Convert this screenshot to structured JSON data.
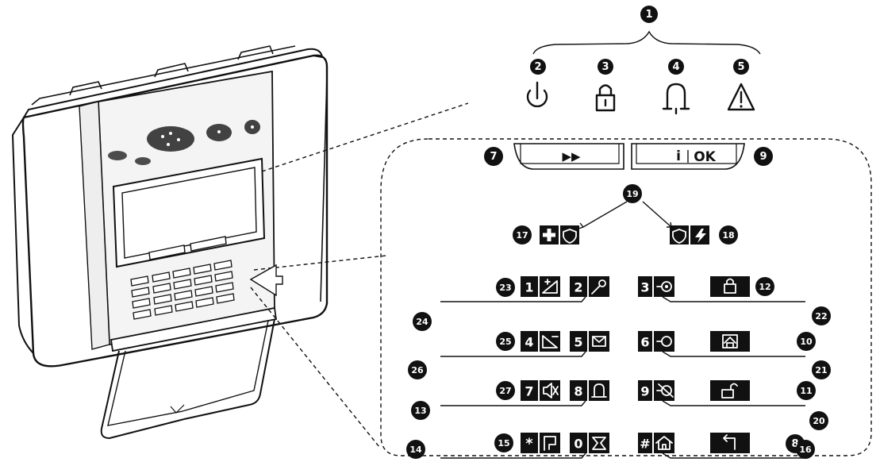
{
  "callouts": [
    "1",
    "2",
    "3",
    "4",
    "5",
    "7",
    "8",
    "9",
    "10",
    "11",
    "12",
    "13",
    "14",
    "15",
    "16",
    "17",
    "18",
    "19",
    "20",
    "21",
    "22",
    "23",
    "24",
    "25",
    "26",
    "27"
  ],
  "buttons": {
    "next_symbol": "▶▶",
    "ok_info_label": "i",
    "ok_label": "OK"
  },
  "indicators": [
    {
      "callout": "2",
      "icon": "power-icon"
    },
    {
      "callout": "3",
      "icon": "lock-icon"
    },
    {
      "callout": "4",
      "icon": "bell-icon"
    },
    {
      "callout": "5",
      "icon": "warning-icon"
    }
  ],
  "keys": {
    "k1": "1",
    "k2": "2",
    "k3": "3",
    "k4": "4",
    "k5": "5",
    "k6": "6",
    "k7": "7",
    "k8": "8",
    "k9": "9",
    "k0": "0",
    "star": "*",
    "hash": "#"
  },
  "key_icons": {
    "k1": "arm-zone-add-icon",
    "k2": "microphone-icon",
    "k3": "speaker-record-icon",
    "k4": "bypass-zone-icon",
    "k5": "message-icon",
    "k6": "speaker-icon",
    "k7": "mute-icon",
    "k8": "bell-icon",
    "k9": "speaker-off-icon",
    "k0": "partition-icon",
    "star": "flag-icon",
    "hash": "home-icon",
    "away": "lock-icon",
    "home": "home-arm-icon",
    "disarm": "unlock-icon",
    "back": "back-icon",
    "panic_plus": "plus-icon",
    "shield": "shield-icon",
    "fire": "fire-icon"
  }
}
